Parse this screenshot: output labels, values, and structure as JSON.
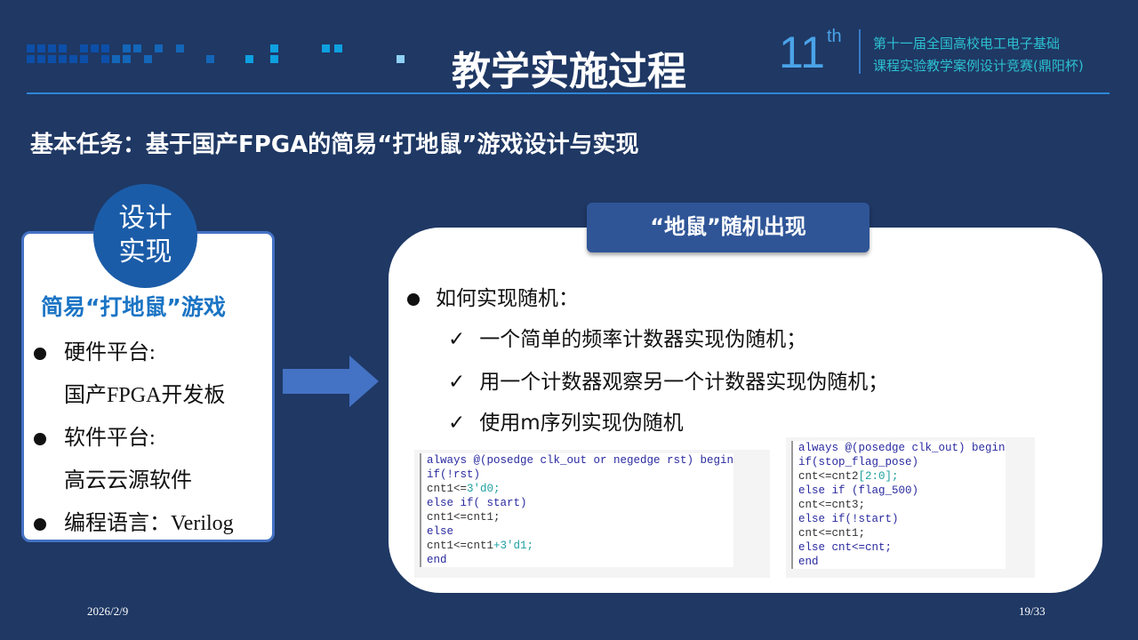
{
  "header": {
    "title": "教学实施过程",
    "edition": "11",
    "edition_suffix": "th",
    "competition_line1": "第十一届全国高校电工电子基础",
    "competition_line2": "课程实验教学案例设计竞赛(鼎阳杯)"
  },
  "subtitle": "基本任务：基于国产FPGA的简易“打地鼠”游戏设计与实现",
  "left_card": {
    "badge_line1": "设计",
    "badge_line2": "实现",
    "heading": "简易“打地鼠”游戏",
    "items": [
      {
        "label": "硬件平台:",
        "value": "国产FPGA开发板"
      },
      {
        "label": "软件平台:",
        "value": "高云云源软件"
      },
      {
        "label": "编程语言：Verilog"
      }
    ]
  },
  "right_card": {
    "tag": "“地鼠”随机出现",
    "question": "如何实现随机：",
    "check_mark": "✓",
    "methods": [
      "一个简单的频率计数器实现伪随机；",
      "用一个计数器观察另一个计数器实现伪随机；",
      "使用m序列实现伪随机"
    ],
    "code_left": [
      [
        [
          "k",
          "always @(posedge clk_out or negedge rst) begin"
        ]
      ],
      [
        [
          "k",
          "if(!rst)"
        ]
      ],
      [
        [
          "p",
          "cnt1<="
        ],
        [
          "n",
          "3'd0;"
        ]
      ],
      [
        [
          "k",
          "else if( start)"
        ]
      ],
      [
        [
          "p",
          "cnt1<=cnt1;"
        ]
      ],
      [
        [
          "k",
          "else"
        ]
      ],
      [
        [
          "p",
          "cnt1<=cnt1"
        ],
        [
          "n",
          "+3'd1;"
        ]
      ],
      [
        [
          "k",
          "end"
        ]
      ]
    ],
    "code_right": [
      [
        [
          "k",
          "always @(posedge clk_out) begin"
        ]
      ],
      [
        [
          "k",
          "if(stop_flag_pose)"
        ]
      ],
      [
        [
          "p",
          "cnt<=cnt2"
        ],
        [
          "n",
          "[2:0];"
        ]
      ],
      [
        [
          "k",
          "else if (flag_500)"
        ]
      ],
      [
        [
          "p",
          "cnt<=cnt3;"
        ]
      ],
      [
        [
          "k",
          "else if(!start)"
        ]
      ],
      [
        [
          "p",
          "cnt<=cnt1;"
        ]
      ],
      [
        [
          "k",
          "else cnt<=cnt;"
        ]
      ],
      [
        [
          "k",
          "end"
        ]
      ]
    ]
  },
  "footer": {
    "date": "2026/2/9",
    "page": "19/33"
  }
}
